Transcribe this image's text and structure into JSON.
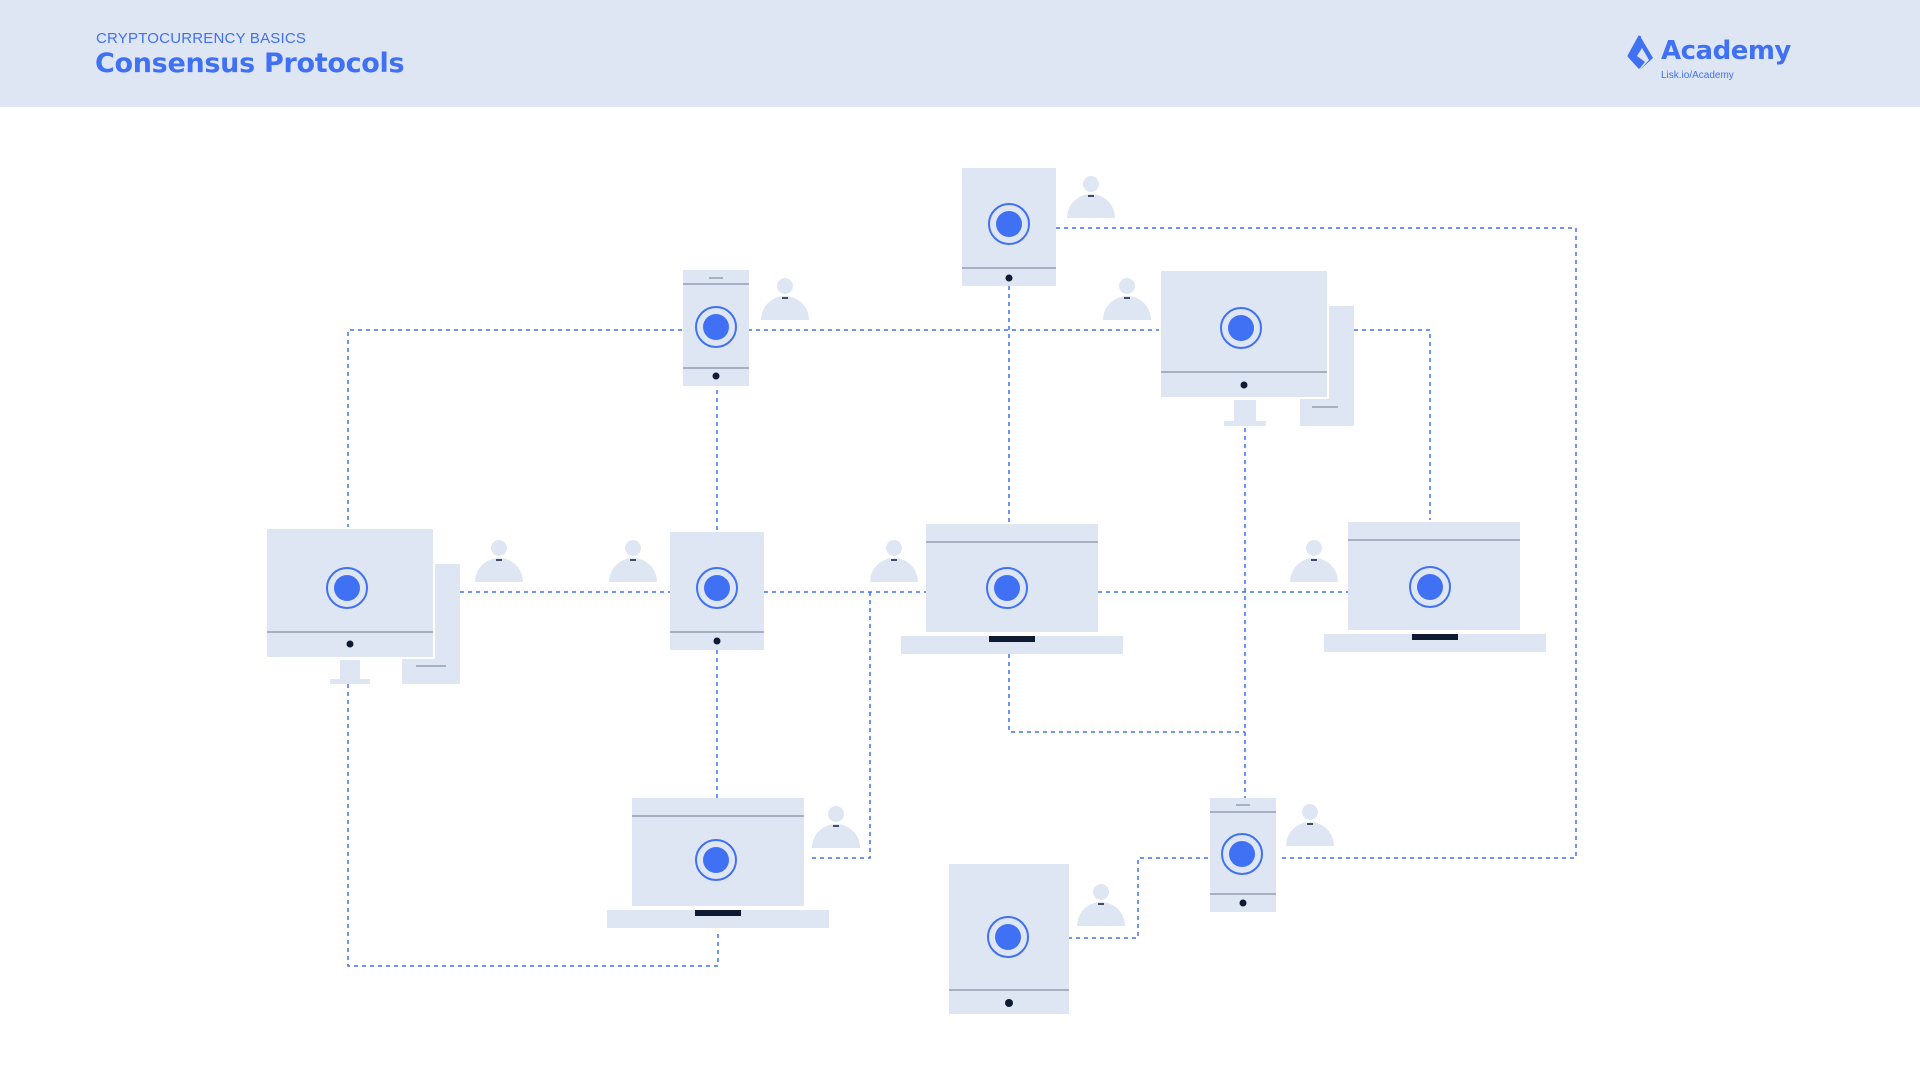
{
  "header": {
    "subtitle": "CRYPTOCURRENCY BASICS",
    "title": "Consensus Protocols"
  },
  "logo": {
    "name": "Academy",
    "url": "Lisk.io/Academy",
    "icon": "lisk-logo-icon"
  },
  "colors": {
    "header_bg": "#dfe6f3",
    "accent": "#4070f4",
    "device_fill": "#dfe6f3",
    "device_line": "#6b7a90",
    "person_fill": "#dfe6f3",
    "dark": "#0f1b33"
  },
  "network": {
    "node_icon": "blockchain-node-icon",
    "user_icon": "user-icon",
    "link_style": "dashed"
  }
}
